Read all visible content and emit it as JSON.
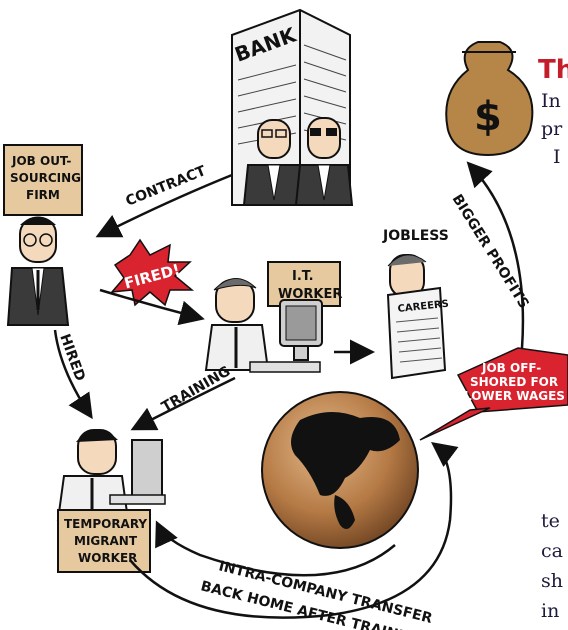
{
  "title_fragment": "Th",
  "body_fragments": [
    "In",
    "pr",
    "I",
    "te",
    "ca",
    "sh",
    "in"
  ],
  "labels": {
    "bank": "BANK",
    "outsourcing_firm": "JOB OUT-\nSOURCING\nFIRM",
    "it_worker": "I.T.\nWORKER",
    "temporary_worker": "TEMPORARY\nMIGRANT\nWORKER",
    "jobless": "JOBLESS",
    "careers": "CAREERS",
    "fired": "FIRED!",
    "offshored": "JOB OFF-\nSHORED FOR\nLOWER WAGES",
    "dollar": "$"
  },
  "arrows": {
    "contract": "CONTRACT",
    "hired": "HIRED",
    "training": "TRAINING",
    "bigger_profits": "BIGGER PROFITS",
    "intra_company_transfer": "INTRA-COMPANY TRANSFER",
    "back_home": "BACK HOME AFTER TRAINING"
  },
  "colors": {
    "accent_red": "#d9232e",
    "title_red": "#c41e2a",
    "sign_tan": "#e7c9a0",
    "globe_brown": "#b57a45",
    "ink": "#111111"
  }
}
